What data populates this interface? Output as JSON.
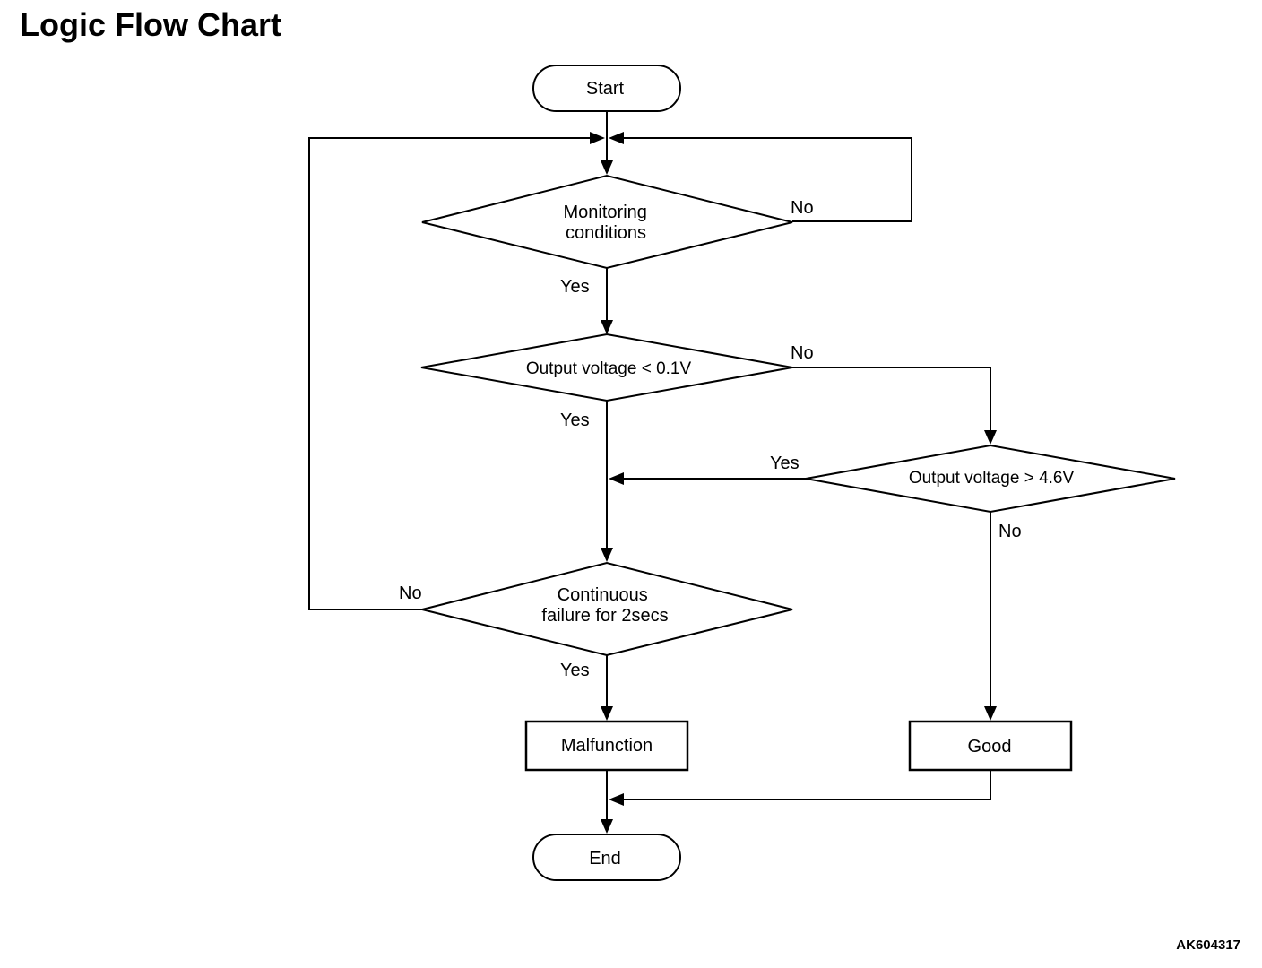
{
  "title": "Logic Flow Chart",
  "figure_id": "AK604317",
  "nodes": {
    "start": "Start",
    "monitoring": [
      "Monitoring",
      "conditions"
    ],
    "low_voltage": "Output voltage < 0.1V",
    "high_voltage": "Output voltage > 4.6V",
    "continuous": [
      "Continuous",
      "failure for 2secs"
    ],
    "malfunction": "Malfunction",
    "good": "Good",
    "end": "End"
  },
  "edge_labels": {
    "monitoring_no": "No",
    "monitoring_yes": "Yes",
    "low_no": "No",
    "low_yes": "Yes",
    "high_yes": "Yes",
    "high_no": "No",
    "continuous_no": "No",
    "continuous_yes": "Yes"
  }
}
